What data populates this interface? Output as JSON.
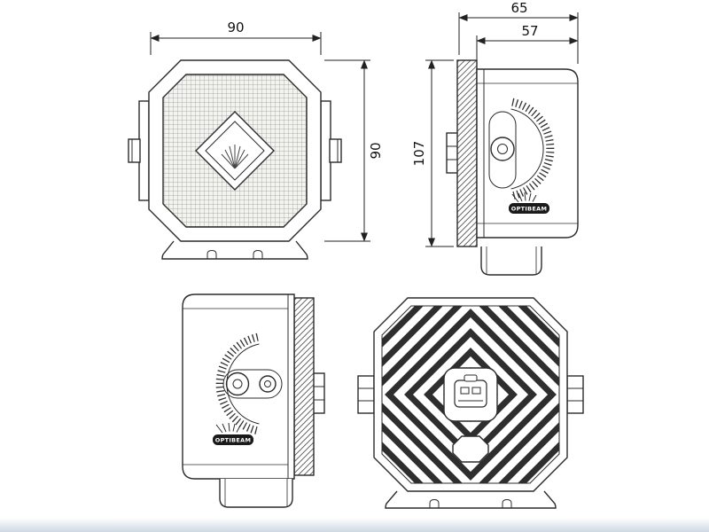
{
  "drawing": {
    "brand": "OPTIBEAM",
    "dimensions": {
      "front_width_mm": "90",
      "front_height_mm": "90",
      "depth_total_mm": "65",
      "depth_body_mm": "57",
      "height_mm": "107"
    }
  }
}
